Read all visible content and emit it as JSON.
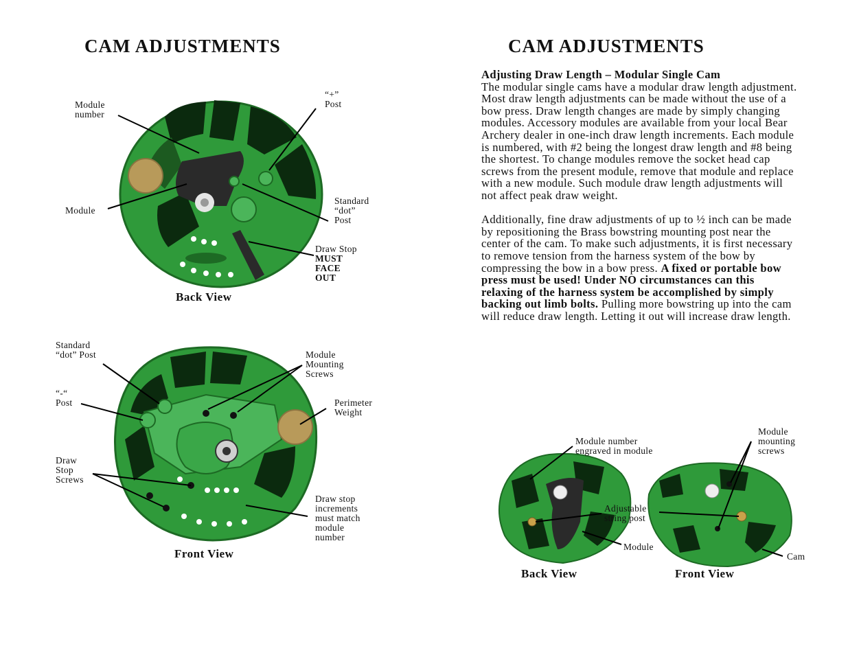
{
  "left_page": {
    "title": "CAM ADJUSTMENTS",
    "back_view": {
      "caption": "Back View",
      "labels": {
        "module_number": [
          "Module",
          "number"
        ],
        "plus_post": [
          "“+”",
          "Post"
        ],
        "module": "Module",
        "standard_dot_post": [
          "Standard",
          "“dot”",
          "Post"
        ],
        "draw_stop": "Draw Stop",
        "must_face_out": [
          "MUST",
          "FACE",
          "OUT"
        ]
      }
    },
    "front_view": {
      "caption": "Front View",
      "labels": {
        "standard_dot_post": [
          "Standard",
          "“dot” Post"
        ],
        "minus_post": [
          "“-“",
          "Post"
        ],
        "module_mounting_screws": [
          "Module",
          "Mounting",
          "Screws"
        ],
        "perimeter_weight": [
          "Perimeter",
          "Weight"
        ],
        "draw_stop_screws": [
          "Draw",
          "Stop",
          "Screws"
        ],
        "draw_stop_increments": [
          "Draw stop",
          "increments",
          "must match",
          "module",
          "number"
        ]
      }
    }
  },
  "right_page": {
    "title": "CAM ADJUSTMENTS",
    "heading": "Adjusting Draw Length – Modular Single Cam",
    "para1": "The modular single cams have a modular draw length adjustment. Most draw length adjustments can be made without the use of a bow press. Draw length changes are made by simply changing modules. Accessory modules are available from your local Bear Archery dealer in one-inch draw length increments. Each module is numbered, with #2 being the longest draw length and #8 being the shortest. To change modules remove the socket head cap screws from the present module, remove that module and replace with a new module. Such module draw length adjustments will not affect peak draw weight.",
    "para2_start": "Additionally, fine draw adjustments of up to ½ inch can be made by repositioning the Brass bowstring mounting post near the center of the cam. To make such adjustments, it is first necessary to remove tension from the harness system of the bow by compressing the bow in a bow press.",
    "para2_bold": "A fixed or portable bow press must be used! Under NO circumstances can this relaxing of the harness system be accomplished by simply backing out limb bolts.",
    "para2_end": "Pulling more bowstring up into the cam will reduce draw length. Letting it out will increase draw length.",
    "figure": {
      "labels": {
        "module_number_engraved": [
          "Module number",
          "engraved in module"
        ],
        "module_mounting_screws": [
          "Module",
          "mounting",
          "screws"
        ],
        "adjustable_string_post": [
          "Adjustable",
          "string post"
        ],
        "module": "Module",
        "cam": "Cam"
      },
      "captions": [
        "Back View",
        "Front View"
      ]
    }
  },
  "colors": {
    "cam_green": "#2f9a3a",
    "cam_dark": "#1d6a24",
    "brass": "#b89a5a",
    "module_black": "#2a2a2a"
  }
}
